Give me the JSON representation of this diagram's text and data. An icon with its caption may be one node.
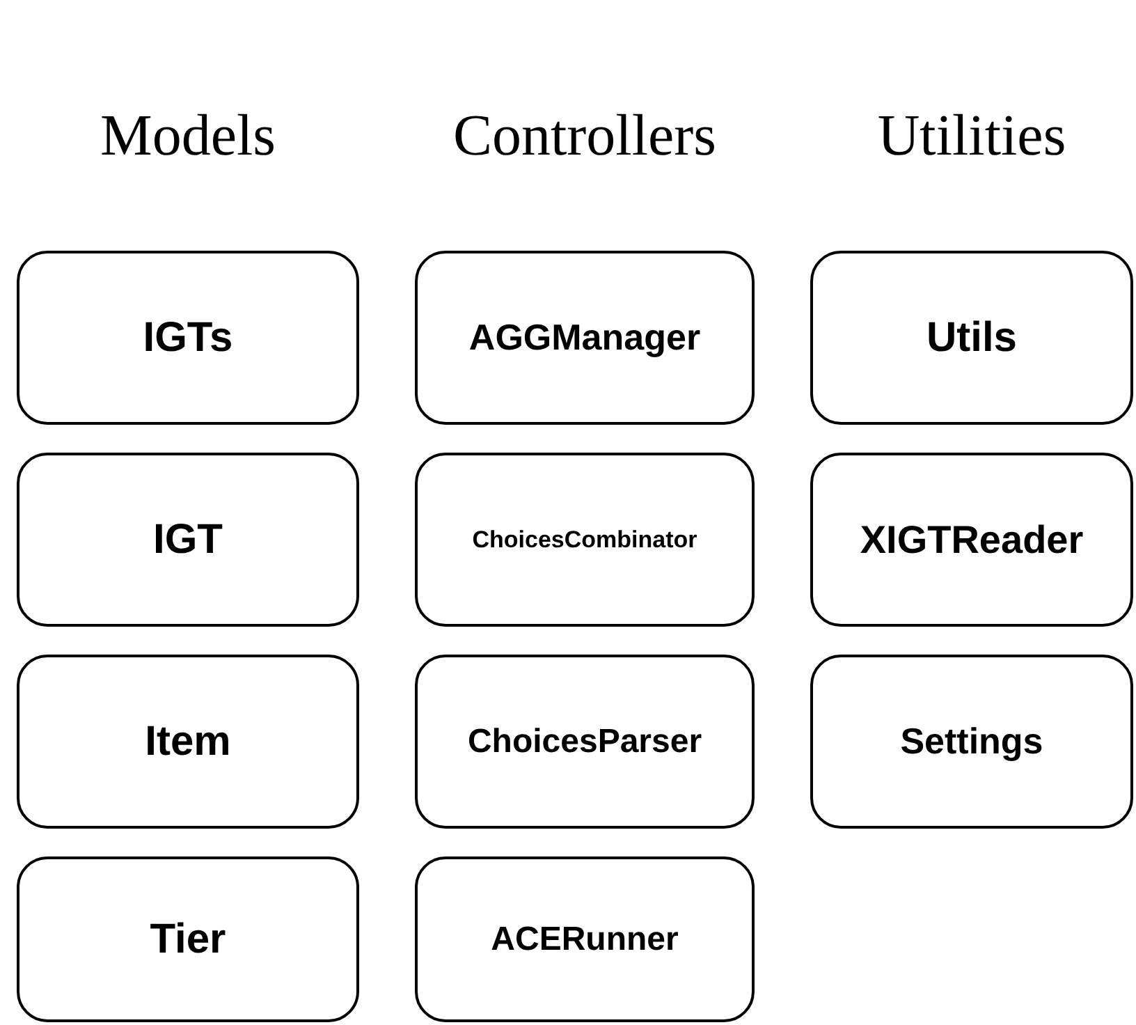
{
  "diagram": {
    "nodes": [
      {
        "text": [
          "IGTs"
        ]
      },
      {
        "text": [
          "AGGManager"
        ]
      },
      {
        "text": [
          "Utils"
        ]
      },
      {
        "text": [
          "IGT"
        ]
      },
      {
        "text": [
          "ChoicesCombinator"
        ]
      },
      {
        "text": [
          "XIGTReader"
        ]
      },
      {
        "text": [
          "Item"
        ]
      },
      {
        "text": [
          "ChoicesParser"
        ]
      },
      {
        "text": [
          "Settings"
        ]
      },
      {
        "text": [
          "Tier"
        ]
      },
      {
        "text": [
          "ACERunner"
        ]
      }
    ],
    "labels": [
      "Models",
      "Controllers",
      "Utilities"
    ]
  }
}
